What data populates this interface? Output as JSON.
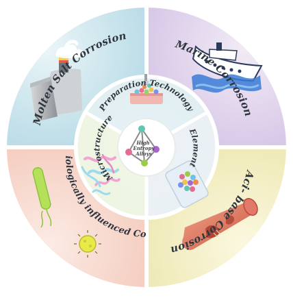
{
  "outer_ring": {
    "molten_salt": "Molten Salt Corrosion",
    "marine": "Marine Corrosion",
    "acid_base": "Aci- base Corrosion",
    "microbial": "Microbiologically influenced Corrosion"
  },
  "middle_ring": {
    "preparation": "Preparation Technology",
    "element": "Element",
    "microstructure": "Microstructure"
  },
  "center": {
    "line1": "High",
    "line2": "Entropy",
    "line3": "Alloys"
  },
  "colors": {
    "molten_salt_bg": "#cfe6ee",
    "marine_bg": "#e4d9ee",
    "acid_base_bg": "#f4f0c8",
    "microbial_bg": "#f8dcd2",
    "inner_ring_bg": "#ecf2e4",
    "center_bg": "#ffffff"
  },
  "icons": {
    "molten_salt": "power-plant-cooling-tower-icon",
    "marine": "ship-on-waves-icon",
    "acid_base": "corroded-pipe-icon",
    "microbial": "bacteria-icon",
    "preparation": "melting-crucible-icon",
    "element": "atom-cluster-icon",
    "microstructure": "grain-fibers-icon",
    "center": "tetrahedral-lattice-icon"
  }
}
